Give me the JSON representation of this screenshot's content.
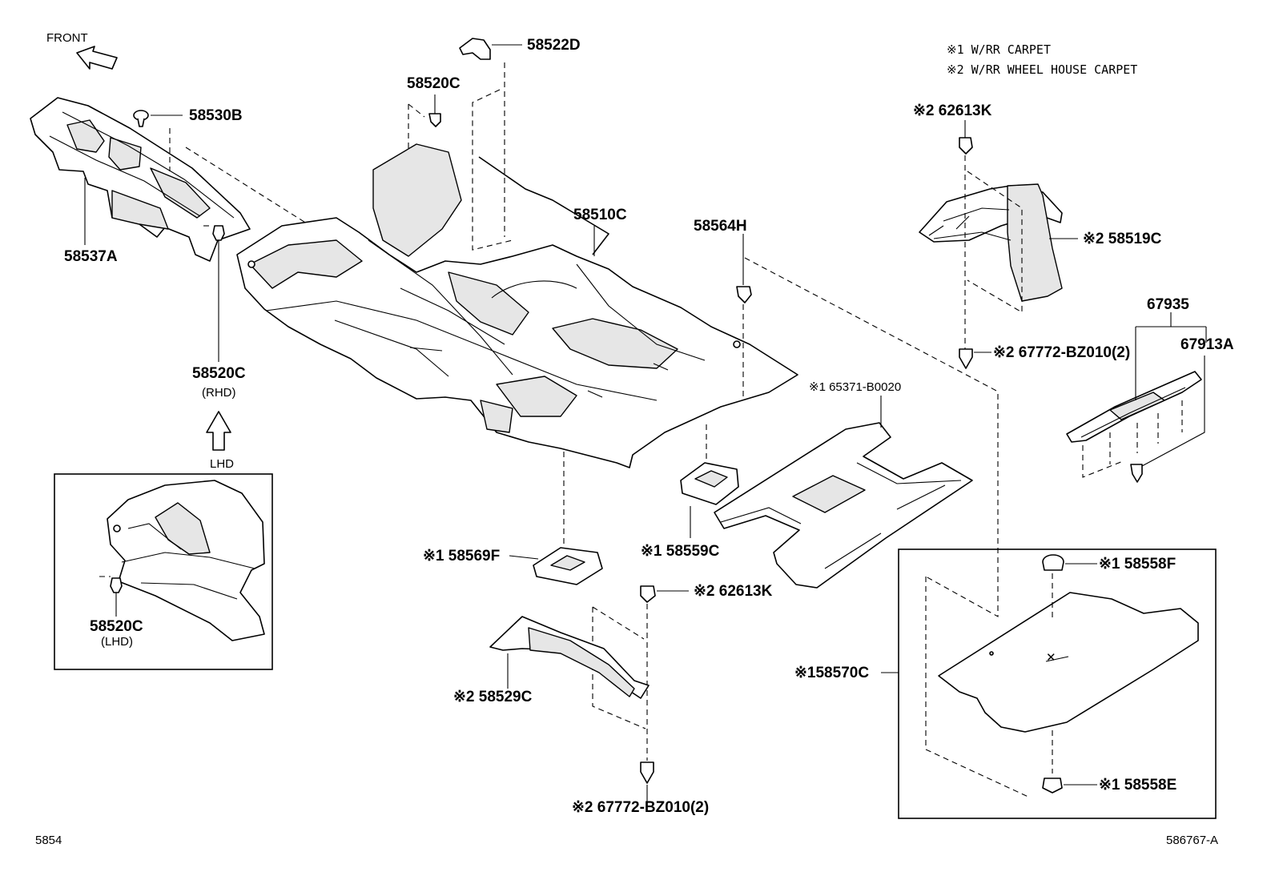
{
  "header": {
    "front_label": "FRONT",
    "notes": [
      "※1 W/RR CARPET",
      "※2 W/RR WHEEL HOUSE CARPET"
    ]
  },
  "parts": {
    "p58522D": "58522D",
    "p58520C_top": "58520C",
    "p58530B": "58530B",
    "p58537A": "58537A",
    "p58510C": "58510C",
    "p58564H": "58564H",
    "p62613K_top": "※2 62613K",
    "p58519C": "※2 58519C",
    "p67935": "67935",
    "p67913A": "67913A",
    "p67772_top": "※2 67772-BZ010(2)",
    "p58520C_rhd": "58520C",
    "rhd_note": "(RHD)",
    "lhd_arrow_label": "LHD",
    "p58520C_lhd": "58520C",
    "lhd_note": "(LHD)",
    "p65371": "※1 65371-B0020",
    "p58569F": "※1 58569F",
    "p58559C": "※1 58559C",
    "p62613K_bottom": "※2 62613K",
    "p58529C": "※2 58529C",
    "p67772_bottom": "※2 67772-BZ010(2)",
    "p58558F": "※1 58558F",
    "p58570C": "※158570C",
    "p58558E": "※1 58558E"
  },
  "footer": {
    "page_code": "5854",
    "drawing_id": "586767-A"
  }
}
